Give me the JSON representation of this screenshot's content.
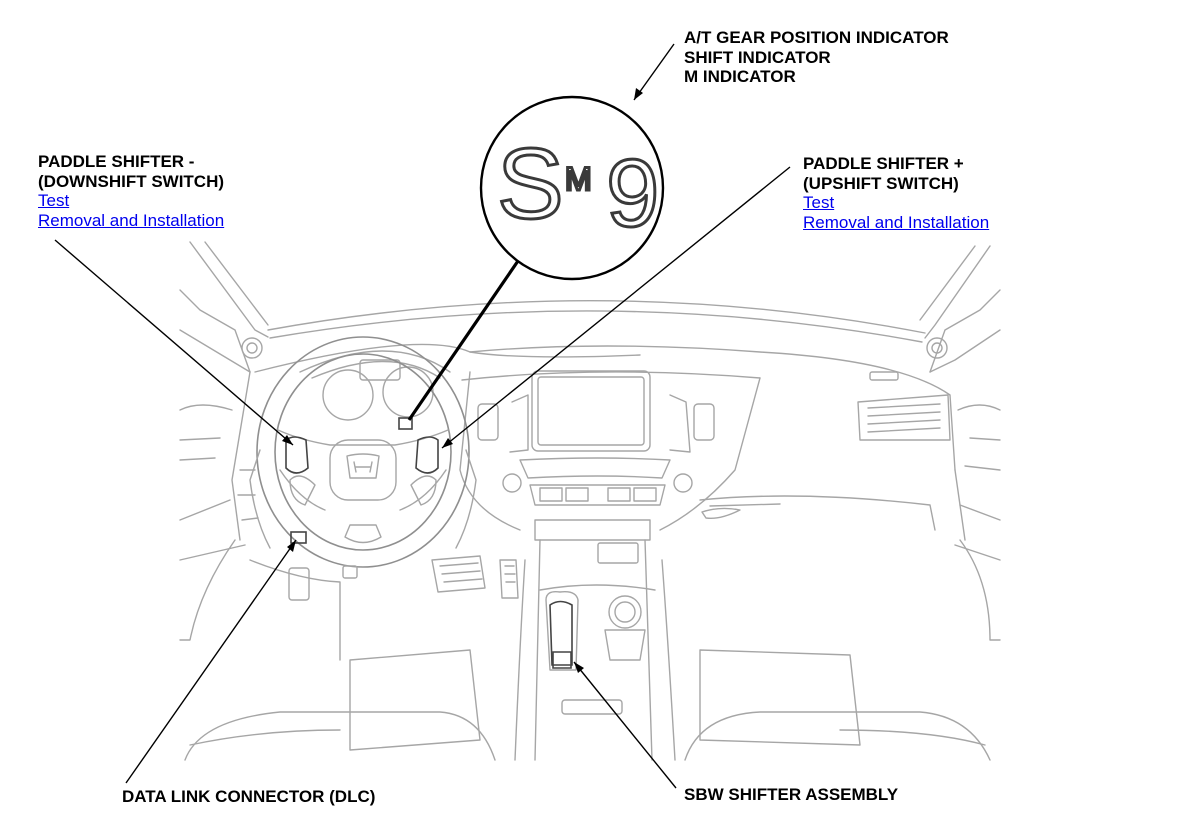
{
  "callouts": {
    "indicator": {
      "lines": [
        "A/T GEAR POSITION INDICATOR",
        "SHIFT INDICATOR",
        "M INDICATOR"
      ]
    },
    "indicator_display": {
      "s": "S",
      "m": "M",
      "gear": "9"
    },
    "paddle_minus": {
      "lines": [
        "PADDLE SHIFTER -",
        "(DOWNSHIFT SWITCH)"
      ],
      "links": [
        "Test",
        "Removal and Installation"
      ]
    },
    "paddle_plus": {
      "lines": [
        "PADDLE SHIFTER +",
        "(UPSHIFT SWITCH)"
      ],
      "links": [
        "Test",
        "Removal and Installation"
      ]
    },
    "dlc": {
      "label": "DATA LINK CONNECTOR (DLC)"
    },
    "sbw": {
      "label": "SBW SHIFTER ASSEMBLY"
    }
  },
  "colors": {
    "link": "#0000ee",
    "linework": "#a6a6a6",
    "leader": "#000000"
  }
}
